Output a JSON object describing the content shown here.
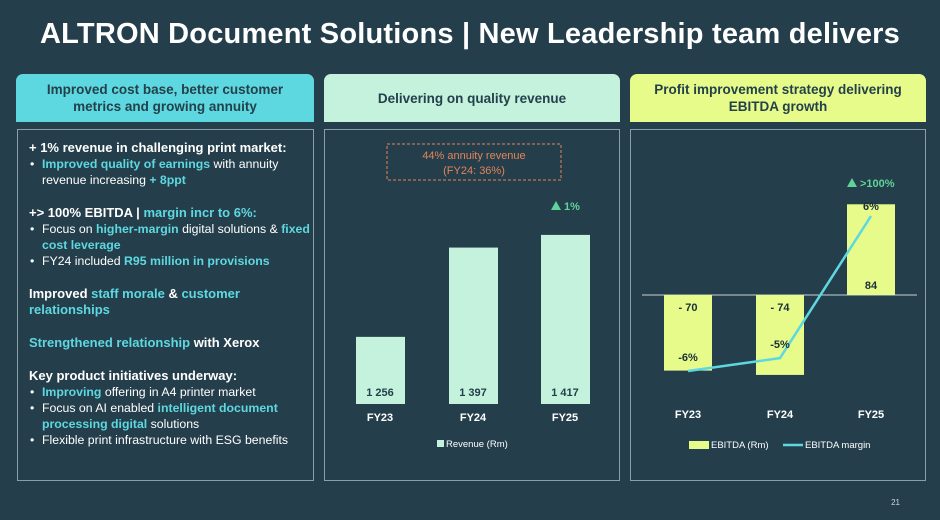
{
  "title": "ALTRON Document Solutions | New Leadership team delivers",
  "columns": [
    {
      "header": "Improved cost base, better customer metrics and growing annuity"
    },
    {
      "header": "Delivering on quality revenue"
    },
    {
      "header": "Profit improvement strategy delivering EBITDA growth"
    }
  ],
  "left_sections": [
    {
      "head": [
        {
          "t": "+ 1% revenue in challenging print market:"
        }
      ],
      "bullets": [
        [
          {
            "t": "Improved quality of earnings",
            "hl": true
          },
          {
            "t": " with annuity revenue increasing "
          },
          {
            "t": "+ 8ppt",
            "hl": true
          }
        ]
      ]
    },
    {
      "head": [
        {
          "t": "+> 100% EBITDA | "
        },
        {
          "t": "margin incr to 6%:",
          "hl": true
        }
      ],
      "bullets": [
        [
          {
            "t": "Focus on "
          },
          {
            "t": "higher-margin",
            "hl": true
          },
          {
            "t": " digital solutions & "
          },
          {
            "t": "fixed cost leverage",
            "hl": true
          }
        ],
        [
          {
            "t": "FY24 included "
          },
          {
            "t": "R95 million in provisions",
            "hl": true
          }
        ]
      ]
    },
    {
      "head": [
        {
          "t": "Improved "
        },
        {
          "t": "staff morale",
          "hl": true
        },
        {
          "t": " & "
        },
        {
          "t": "customer relationships",
          "hl": true
        }
      ],
      "bullets": []
    },
    {
      "head": [
        {
          "t": "Strengthened relationship",
          "hl": true
        },
        {
          "t": " with Xerox"
        }
      ],
      "bullets": []
    },
    {
      "head": [
        {
          "t": "Key product initiatives underway:"
        }
      ],
      "bullets": [
        [
          {
            "t": "Improving",
            "hl": true
          },
          {
            "t": " offering in A4 printer market"
          }
        ],
        [
          {
            "t": "Focus on AI enabled "
          },
          {
            "t": "intelligent document processing digital",
            "hl": true
          },
          {
            "t": " solutions"
          }
        ],
        [
          {
            "t": "Flexible print infrastructure with ESG benefits"
          }
        ]
      ]
    }
  ],
  "page_number": "21",
  "colors": {
    "bg": "#243f4b",
    "teal": "#5ed8e0",
    "mint": "#c4f2dc",
    "lime": "#e6fb8a",
    "orange": "#e2845a",
    "green": "#5fd39a"
  },
  "chart_data": [
    {
      "type": "bar",
      "title": "Delivering on quality revenue",
      "categories": [
        "FY23",
        "FY24",
        "FY25"
      ],
      "series": [
        {
          "name": "Revenue (Rm)",
          "values": [
            1256,
            1397,
            1417
          ],
          "labels": [
            "1 256",
            "1 397",
            "1 417"
          ]
        }
      ],
      "ylim": [
        1150,
        1450
      ],
      "annotations": {
        "box_line1": "44% annuity revenue",
        "box_line2": "(FY24: 36%)",
        "growth": "1%"
      }
    },
    {
      "type": "bar+line",
      "title": "Profit improvement strategy delivering EBITDA growth",
      "categories": [
        "FY23",
        "FY24",
        "FY25"
      ],
      "series": [
        {
          "name": "EBITDA (Rm)",
          "type": "bar",
          "values": [
            -70,
            -74,
            84
          ],
          "labels": [
            "- 70",
            "- 74",
            "84"
          ]
        },
        {
          "name": "EBITDA margin",
          "type": "line",
          "values": [
            -6,
            -5,
            6
          ],
          "labels": [
            "-6%",
            "-5%",
            "6%"
          ]
        }
      ],
      "ylim": [
        -80,
        100
      ],
      "annotations": {
        "growth": ">100%"
      }
    }
  ]
}
